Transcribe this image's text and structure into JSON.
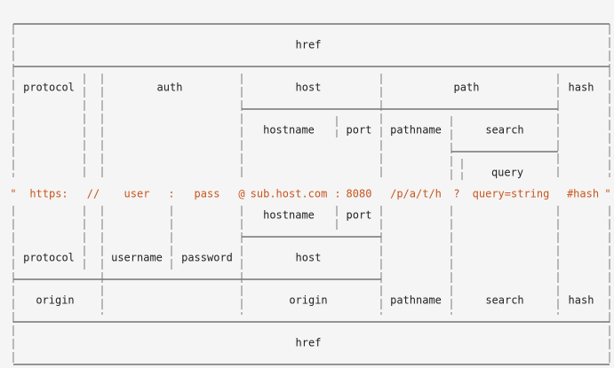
{
  "diagram": {
    "colors": {
      "background": "#f5f5f5",
      "line": "#333333",
      "separator": "#7a7a7a",
      "label": "#222222",
      "url": "#c8551e"
    },
    "labels": {
      "href_top": "href",
      "protocol": "protocol",
      "auth": "auth",
      "host": "host",
      "path": "path",
      "hash": "hash",
      "hostname": "hostname",
      "port": "port",
      "pathname": "pathname",
      "search": "search",
      "query": "query",
      "hostname_lower": "hostname",
      "port_lower": "port",
      "protocol_lower": "protocol",
      "username": "username",
      "password": "password",
      "host_lower": "host",
      "origin_left": "origin",
      "origin_mid": "origin",
      "pathname_lower": "pathname",
      "search_lower": "search",
      "hash_lower": "hash",
      "href_bottom": "href"
    },
    "url_parts": {
      "open_quote": "\"",
      "protocol": "https:",
      "slashes": "//",
      "user": "user",
      "colon": ":",
      "pass": "pass",
      "at": "@",
      "hostname": "sub.host.com",
      "port_colon": ":",
      "port": "8080",
      "pathname": "/p/a/t/h",
      "qmark": "?",
      "query": "query=string",
      "hash": "#hash",
      "close_quote": "\""
    }
  }
}
